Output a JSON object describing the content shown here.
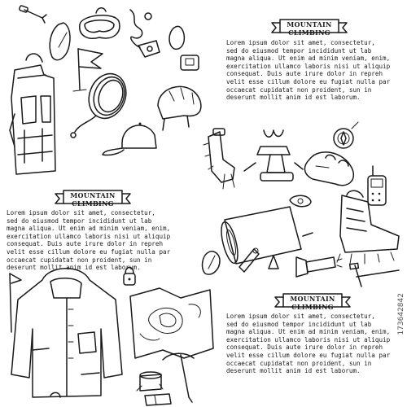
{
  "banners": {
    "top": "MOUNTAIN CLIMBING",
    "middle": "MOUNTAIN CLIMBING",
    "bottom": "MOUNTAIN CLIMBING"
  },
  "paragraph_lines": [
    "Lorem ipsum dolor sit amet, consectetur,",
    "sed do eiusmod tempor incididunt ut lab",
    "magna aliqua. Ut enim ad minim veniam, enim,",
    "exercitation ullamco laboris nisi ut aliquip",
    "consequat. Duis aute irure dolor in repreh",
    "velit esse cillum dolore eu fugiat nulla par",
    "occaecat cupidatat non proident, sun in",
    "deserunt mollit anim id est laborum."
  ],
  "watermark": "173642842",
  "icons": [
    "carabiner-icon",
    "goggles-icon",
    "rope-coil-icon",
    "rucksack-icon",
    "flag-icon",
    "helmet-icon",
    "cap-icon",
    "whistle-icon",
    "crampons-icon",
    "gas-stove-icon",
    "compass-icon",
    "glove-icon",
    "walkie-talkie-icon",
    "sleeping-mat-icon",
    "climbing-boot-icon",
    "flashlight-icon",
    "hammer-icon",
    "jacket-icon",
    "map-icon",
    "ice-axe-icon",
    "stump-icon",
    "matchbox-icon",
    "belay-device-icon",
    "hook-icon",
    "ice-pick-icon"
  ]
}
